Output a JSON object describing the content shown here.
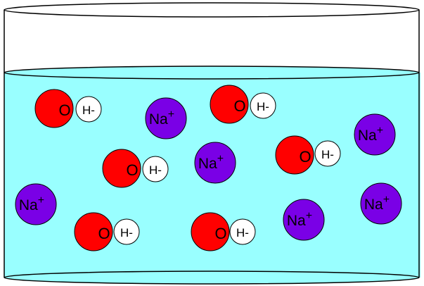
{
  "beaker": {
    "glass_color": "#ffffff",
    "liquid_color": "#99ffff",
    "outline_color": "#000000"
  },
  "labels": {
    "oxygen": "O",
    "hydrogen": "H-",
    "sodium": "Na",
    "sodium_charge": "+"
  },
  "colors": {
    "oxygen": "#ff0000",
    "hydrogen": "#ffffff",
    "sodium": "#7a00e6"
  },
  "counts": {
    "hydroxide_ions": 6,
    "sodium_ions": 6
  }
}
